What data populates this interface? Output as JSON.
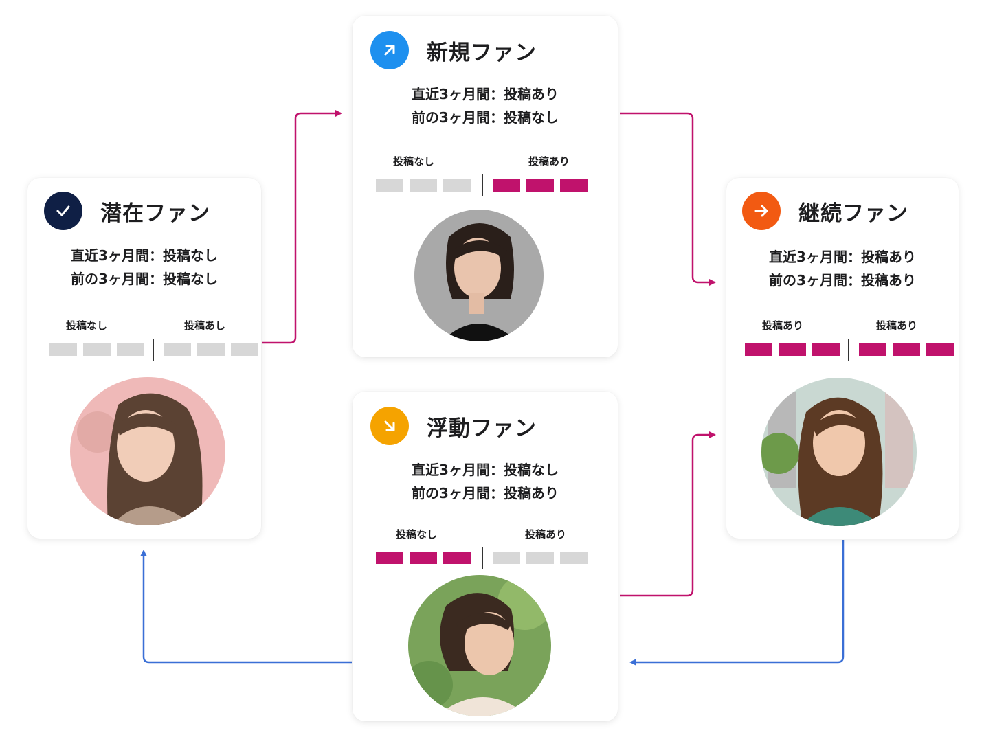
{
  "colors": {
    "magenta": "#c0126c",
    "blue": "#3a6fd6",
    "gray_block": "#d7d7d7",
    "navy": "#0f1f45",
    "sky": "#1e90ef",
    "amber": "#f5a300",
    "orange": "#f25a12"
  },
  "cards": {
    "latent": {
      "icon": "check-icon",
      "title": "潜在ファン",
      "line1": "直近3ヶ月間：投稿なし",
      "line2": "前の3ヶ月間：投稿なし",
      "left_label": "投稿なし",
      "right_label": "投稿あし",
      "left_state": "none",
      "right_state": "none"
    },
    "new": {
      "icon": "arrow-up-right-icon",
      "title": "新規ファン",
      "line1": "直近3ヶ月間：投稿あり",
      "line2": "前の3ヶ月間：投稿なし",
      "left_label": "投稿なし",
      "right_label": "投稿あり",
      "left_state": "none",
      "right_state": "posted"
    },
    "floating": {
      "icon": "arrow-down-right-icon",
      "title": "浮動ファン",
      "line1": "直近3ヶ月間：投稿なし",
      "line2": "前の3ヶ月間：投稿あり",
      "left_label": "投稿なし",
      "right_label": "投稿あり",
      "left_state": "posted",
      "right_state": "none"
    },
    "continuing": {
      "icon": "arrow-right-icon",
      "title": "継続ファン",
      "line1": "直近3ヶ月間：投稿あり",
      "line2": "前の3ヶ月間：投稿あり",
      "left_label": "投稿あり",
      "right_label": "投稿あり",
      "left_state": "posted",
      "right_state": "posted"
    }
  }
}
